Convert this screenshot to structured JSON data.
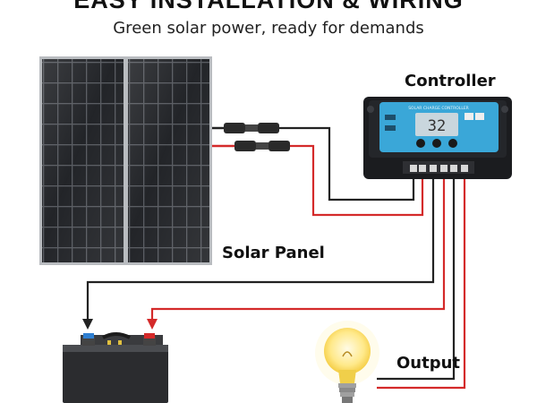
{
  "header": {
    "headline": "EASY INSTALLATION & WIRING",
    "subtitle": "Green solar power, ready for demands"
  },
  "labels": {
    "controller": "Controller",
    "solar_panel": "Solar Panel",
    "output": "Output"
  },
  "controller_screen": {
    "brand_text": "SOLAR CHARGE CONTROLLER",
    "display_value": "32"
  },
  "colors": {
    "positive_wire": "#d42a2a",
    "negative_wire": "#222222",
    "controller_blue": "#3aa7d8",
    "panel_cell": "#1d1f23"
  },
  "icons": [
    "solar-panel-icon",
    "charge-controller-icon",
    "battery-icon",
    "light-bulb-icon",
    "mc4-connector-icon"
  ]
}
